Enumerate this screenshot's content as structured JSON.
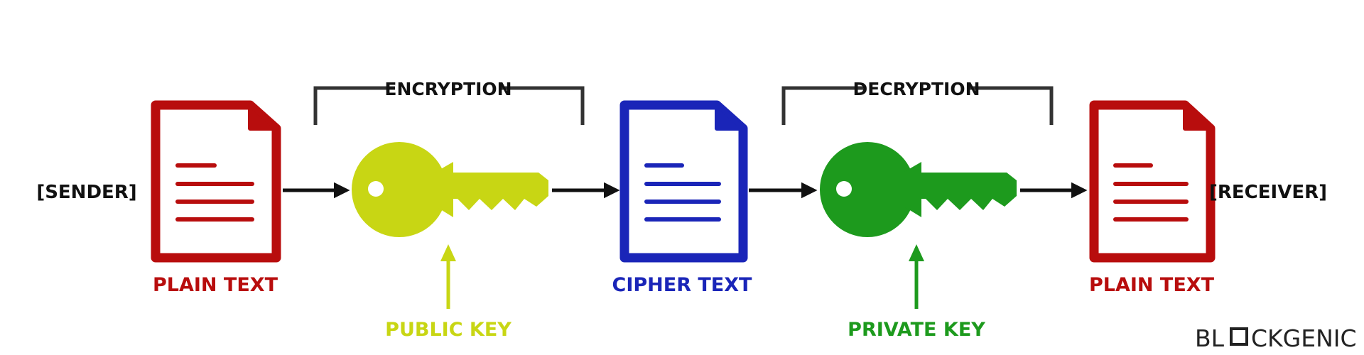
{
  "colors": {
    "plain_doc": "#b80d0d",
    "cipher_doc": "#1a25b8",
    "public_key": "#c8d614",
    "private_key": "#1d9a1d",
    "arrow": "#111111",
    "bracket": "#333333",
    "text_dark": "#111111"
  },
  "labels": {
    "sender": "[SENDER]",
    "receiver": "[RECEIVER]",
    "encryption": "ENCRYPTION",
    "decryption": "DECRYPTION",
    "plain_text_left": "PLAIN TEXT",
    "cipher_text": "CIPHER TEXT",
    "plain_text_right": "PLAIN TEXT",
    "public_key": "PUBLIC KEY",
    "private_key": "PRIVATE KEY"
  },
  "brand": {
    "logo": "BLOCKGENIC"
  },
  "icons": {
    "plain_doc": "document-icon",
    "cipher_doc": "document-icon",
    "public_key": "key-icon",
    "private_key": "key-icon"
  }
}
